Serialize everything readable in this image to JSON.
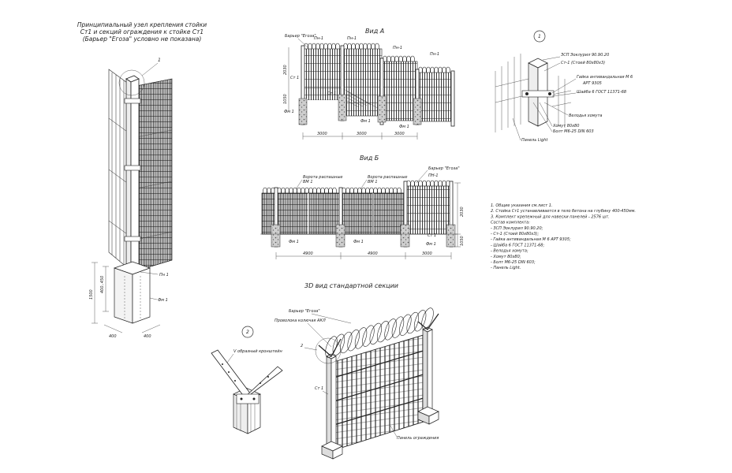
{
  "header": {
    "title_line1": "Принципиальный узел крепления стойки",
    "title_line2": "Ст1 и секций ограждения к стойке Ст1",
    "title_line3": "(Барьер \"Егоза\" условно не показана)"
  },
  "node_view": {
    "callout": "1",
    "label_pn1": "Пн 1",
    "label_fm1": "Фм 1",
    "dim_1500": "1500",
    "dim_400_450": "400..450",
    "dim_400_a": "400",
    "dim_400_b": "400"
  },
  "view_a": {
    "title": "Вид А",
    "label_barrier": "Барьер \"Егоза\"",
    "label_pn1": "Пн-1",
    "label_pn1b": "Пн-1",
    "label_pn1c": "Пн-1",
    "label_pn1d": "Пн-1",
    "label_st1": "Ст 1",
    "label_st1b": "Ст 1",
    "label_fm1": "Фм 1",
    "label_fm1b": "Фм 1",
    "label_fm1c": "Фм 1",
    "dim_2030": "2030",
    "dim_1050": "1050",
    "dim_3000a": "3000",
    "dim_3000b": "3000",
    "dim_3000c": "3000"
  },
  "view_b": {
    "title": "Вид Б",
    "label_gate1": "Ворота распашные",
    "label_gate1b": "ВМ 1",
    "label_gate2": "Ворота распашные",
    "label_gate2b": "ВМ 1",
    "label_barrier": "Барьер \"Егоза\"",
    "label_pn1": "ПН-1",
    "label_fm1a": "Фм 1",
    "label_fm1b": "Фм 1",
    "label_st1": "Ст 1",
    "label_fm1c": "Фм 1",
    "dim_4900a": "4900",
    "dim_4900b": "4900",
    "dim_3000": "3000",
    "dim_2030": "2030",
    "dim_1050": "1050"
  },
  "detail1": {
    "callout": "1",
    "items": [
      "ЗСП Эоклурил 90.90.20",
      "Ст-1 (Стоей 80х80х3)",
      "Гайка антивандальная М 6",
      "АРТ 9305",
      "Шайба 6 ГОСТ 11371-68",
      "Велодья хомута",
      "Хомут 80х80",
      "Болт М6-25 DIN 603",
      "Панель Light"
    ]
  },
  "notes": {
    "lines": [
      "1. Общие указания см.лист 1.",
      "2. Стойка Ст1 устанавливается в тело бетона на глубину 400-450мм.",
      "3. Комплект крепежный для навески панелей - 2576 шт.",
      "Состав комплекта:",
      "- ЗСП Эоклурил 90.90.20;",
      "- Ст-1 (Стоей 80х80х3);",
      "- Гайка антивандальная М 6 АРТ 9305;",
      "- Шайба 6 ГОСТ 11371-68;",
      "- Велодья хомута;",
      "- Хомут 80х80;",
      "- Болт М6-25 DIN 603;",
      "- Панель Light."
    ]
  },
  "view_3d": {
    "title": "3D вид стандартной секции",
    "label_barrier": "Барьер \"Егоза\"",
    "label_wire": "Проволока колючая АКЛ",
    "callout": "2",
    "label_st1": "Ст 1",
    "label_panel": "Панель ограждения"
  },
  "detail2": {
    "callout": "2",
    "label_bracket": "V образный кронштейн"
  }
}
